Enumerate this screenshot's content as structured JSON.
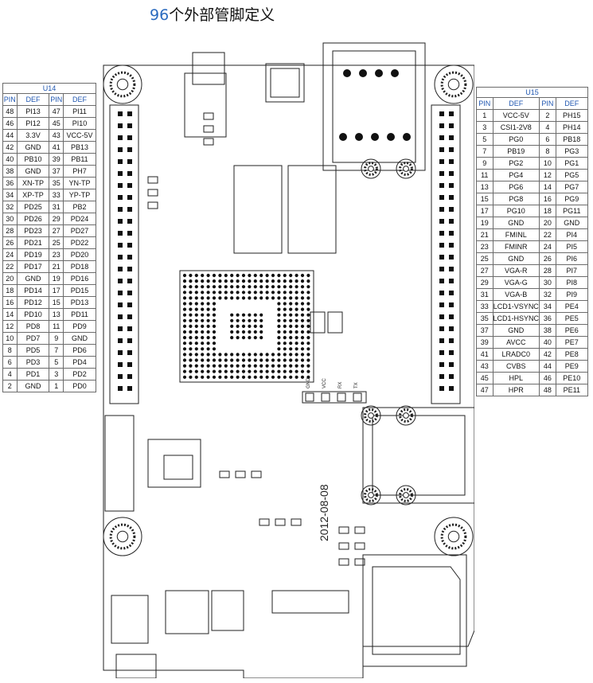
{
  "title": {
    "num": "96",
    "text": "个外部管脚定义"
  },
  "u14": {
    "caption": "U14",
    "headers": [
      "PIN",
      "DEF",
      "PIN",
      "DEF"
    ],
    "rows": [
      [
        "48",
        "PI13",
        "47",
        "PI11"
      ],
      [
        "46",
        "PI12",
        "45",
        "PI10"
      ],
      [
        "44",
        "3.3V",
        "43",
        "VCC-5V"
      ],
      [
        "42",
        "GND",
        "41",
        "PB13"
      ],
      [
        "40",
        "PB10",
        "39",
        "PB11"
      ],
      [
        "38",
        "GND",
        "37",
        "PH7"
      ],
      [
        "36",
        "XN-TP",
        "35",
        "YN-TP"
      ],
      [
        "34",
        "XP-TP",
        "33",
        "YP-TP"
      ],
      [
        "32",
        "PD25",
        "31",
        "PB2"
      ],
      [
        "30",
        "PD26",
        "29",
        "PD24"
      ],
      [
        "28",
        "PD23",
        "27",
        "PD27"
      ],
      [
        "26",
        "PD21",
        "25",
        "PD22"
      ],
      [
        "24",
        "PD19",
        "23",
        "PD20"
      ],
      [
        "22",
        "PD17",
        "21",
        "PD18"
      ],
      [
        "20",
        "GND",
        "19",
        "PD16"
      ],
      [
        "18",
        "PD14",
        "17",
        "PD15"
      ],
      [
        "16",
        "PD12",
        "15",
        "PD13"
      ],
      [
        "14",
        "PD10",
        "13",
        "PD11"
      ],
      [
        "12",
        "PD8",
        "11",
        "PD9"
      ],
      [
        "10",
        "PD7",
        "9",
        "GND"
      ],
      [
        "8",
        "PD5",
        "7",
        "PD6"
      ],
      [
        "6",
        "PD3",
        "5",
        "PD4"
      ],
      [
        "4",
        "PD1",
        "3",
        "PD2"
      ],
      [
        "2",
        "GND",
        "1",
        "PD0"
      ]
    ]
  },
  "u15": {
    "caption": "U15",
    "headers": [
      "PIN",
      "DEF",
      "PIN",
      "DEF"
    ],
    "rows": [
      [
        "1",
        "VCC-5V",
        "2",
        "PH15"
      ],
      [
        "3",
        "CSI1-2V8",
        "4",
        "PH14"
      ],
      [
        "5",
        "PG0",
        "6",
        "PB18"
      ],
      [
        "7",
        "PB19",
        "8",
        "PG3"
      ],
      [
        "9",
        "PG2",
        "10",
        "PG1"
      ],
      [
        "11",
        "PG4",
        "12",
        "PG5"
      ],
      [
        "13",
        "PG6",
        "14",
        "PG7"
      ],
      [
        "15",
        "PG8",
        "16",
        "PG9"
      ],
      [
        "17",
        "PG10",
        "18",
        "PG11"
      ],
      [
        "19",
        "GND",
        "20",
        "GND"
      ],
      [
        "21",
        "FMINL",
        "22",
        "PI4"
      ],
      [
        "23",
        "FMINR",
        "24",
        "PI5"
      ],
      [
        "25",
        "GND",
        "26",
        "PI6"
      ],
      [
        "27",
        "VGA-R",
        "28",
        "PI7"
      ],
      [
        "29",
        "VGA-G",
        "30",
        "PI8"
      ],
      [
        "31",
        "VGA-B",
        "32",
        "PI9"
      ],
      [
        "33",
        "LCD1-VSYNC",
        "34",
        "PE4"
      ],
      [
        "35",
        "LCD1-HSYNC",
        "36",
        "PE5"
      ],
      [
        "37",
        "GND",
        "38",
        "PE6"
      ],
      [
        "39",
        "AVCC",
        "40",
        "PE7"
      ],
      [
        "41",
        "LRADC0",
        "42",
        "PE8"
      ],
      [
        "43",
        "CVBS",
        "44",
        "PE9"
      ],
      [
        "45",
        "HPL",
        "46",
        "PE10"
      ],
      [
        "47",
        "HPR",
        "48",
        "PE11"
      ]
    ]
  },
  "board": {
    "date_text": "2012-08-08",
    "hdr_labels": [
      "GND",
      "VCC",
      "RX",
      "TX"
    ],
    "colors": {
      "line": "#222222",
      "hole": "#111111"
    }
  }
}
